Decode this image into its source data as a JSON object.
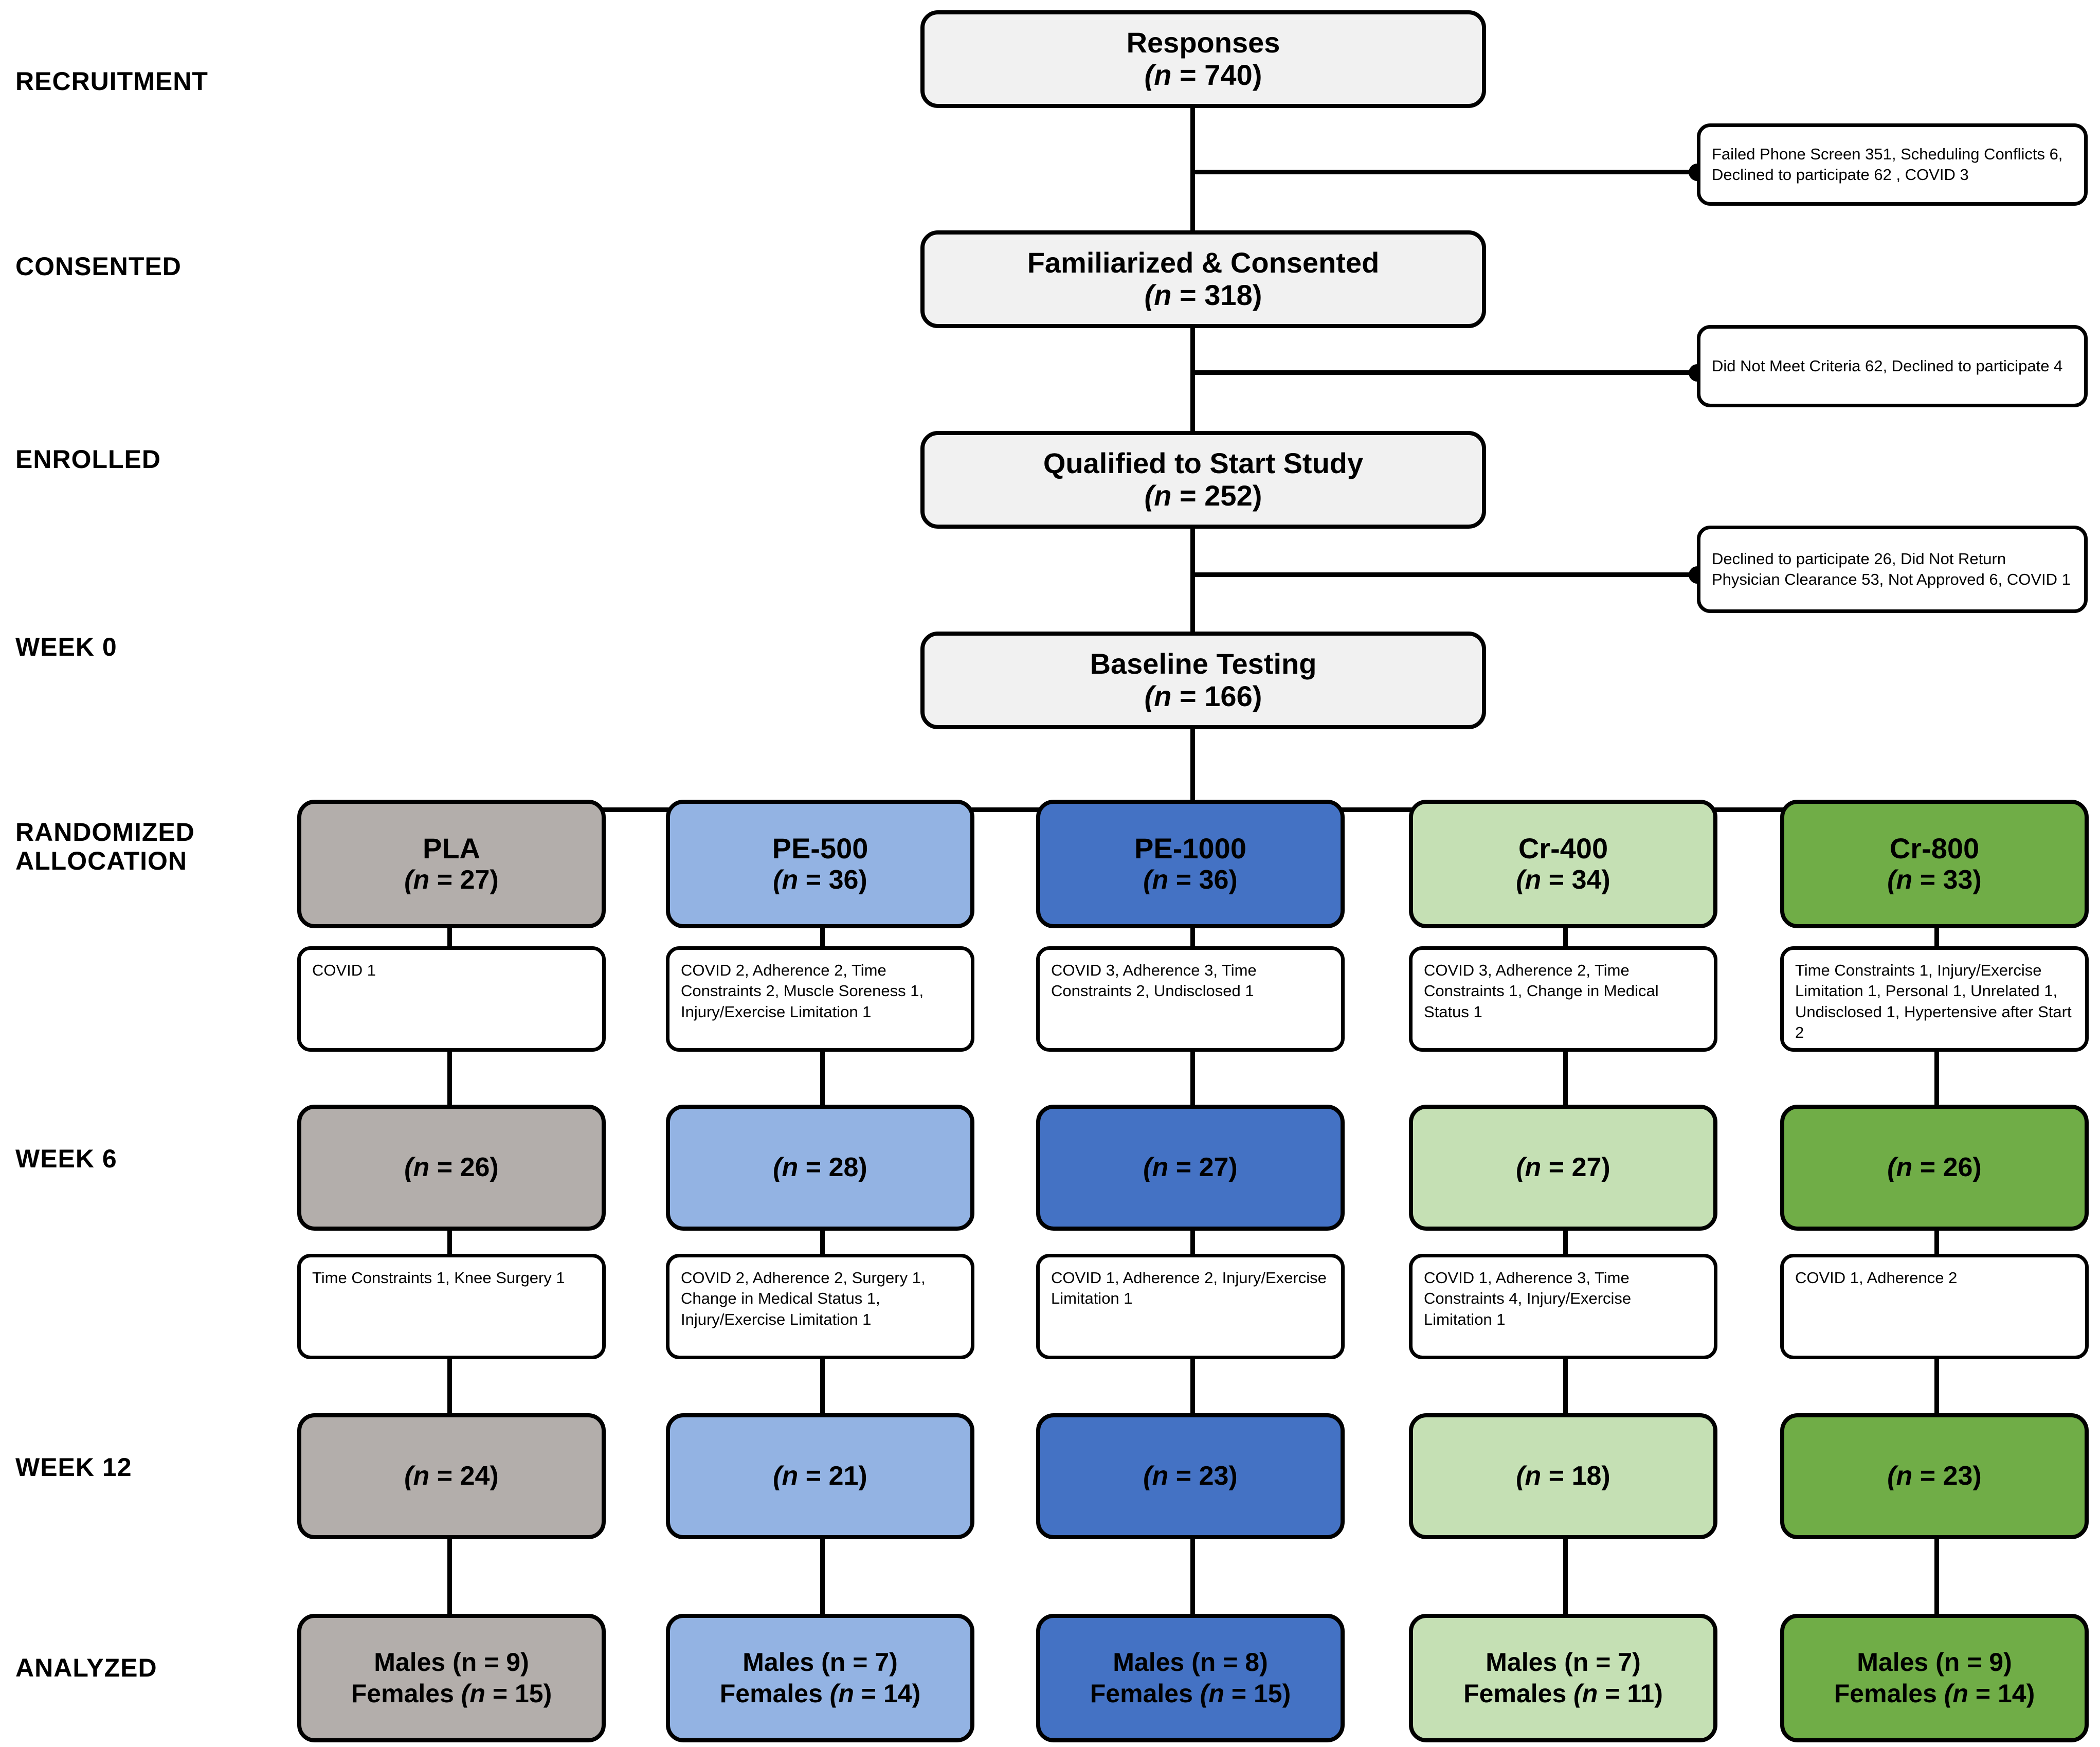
{
  "stages": [
    {
      "key": "recruitment",
      "label": "RECRUITMENT"
    },
    {
      "key": "consented",
      "label": "CONSENTED"
    },
    {
      "key": "enrolled",
      "label": "ENROLLED"
    },
    {
      "key": "week0",
      "label": "WEEK 0"
    },
    {
      "key": "randomized",
      "label": "RANDOMIZED\nALLOCATION"
    },
    {
      "key": "week6",
      "label": "WEEK 6"
    },
    {
      "key": "week12",
      "label": "WEEK 12"
    },
    {
      "key": "analyzed",
      "label": "ANALYZED"
    }
  ],
  "funnel": [
    {
      "key": "responses",
      "title": "Responses",
      "n": "(n = 740)"
    },
    {
      "key": "consented",
      "title": "Familiarized & Consented",
      "n": "(n = 318)"
    },
    {
      "key": "qualified",
      "title": "Qualified to Start Study",
      "n": "(n = 252)"
    },
    {
      "key": "baseline",
      "title": "Baseline Testing",
      "n": "(n = 166)"
    }
  ],
  "exclusions": [
    {
      "key": "after-responses",
      "text": "Failed Phone Screen 351, Scheduling Conflicts 6, Declined to participate 62 , COVID 3"
    },
    {
      "key": "after-consented",
      "text": "Did Not Meet Criteria 62, Declined to participate 4"
    },
    {
      "key": "after-qualified",
      "text": "Declined to participate 26, Did Not Return Physician Clearance 53, Not Approved 6, COVID 1"
    }
  ],
  "arms": [
    {
      "key": "pla",
      "label": "PLA",
      "color": "#b3aeab",
      "allocation_n": "(n = 27)",
      "dropout_week6": "COVID 1",
      "week6_n": "(n = 26)",
      "dropout_week12": "Time Constraints 1, Knee Surgery 1",
      "week12_n": "(n = 24)",
      "analyzed_males": "Males (n = 9)",
      "analyzed_females": "Females  (n = 15)"
    },
    {
      "key": "pe500",
      "label": "PE-500",
      "color": "#93b3e3",
      "allocation_n": "(n = 36)",
      "dropout_week6": "COVID 2, Adherence 2, Time Constraints 2, Muscle Soreness 1, Injury/Exercise Limitation 1",
      "week6_n": "(n = 28)",
      "dropout_week12": "COVID 2, Adherence 2, Surgery 1, Change in Medical Status 1, Injury/Exercise Limitation 1",
      "week12_n": "(n = 21)",
      "analyzed_males": "Males (n = 7)",
      "analyzed_females": "Females  (n = 14)"
    },
    {
      "key": "pe1000",
      "label": "PE-1000",
      "color": "#4472c4",
      "allocation_n": "(n = 36)",
      "dropout_week6": "COVID 3, Adherence 3, Time Constraints 2, Undisclosed 1",
      "week6_n": "(n = 27)",
      "dropout_week12": "COVID 1, Adherence 2, Injury/Exercise Limitation 1",
      "week12_n": "(n = 23)",
      "analyzed_males": "Males (n = 8)",
      "analyzed_females": "Females  (n = 15)"
    },
    {
      "key": "cr400",
      "label": "Cr-400",
      "color": "#c5e0b4",
      "allocation_n": "(n = 34)",
      "dropout_week6": "COVID 3, Adherence 2, Time Constraints 1, Change in Medical Status 1",
      "week6_n": "(n = 27)",
      "dropout_week12": "COVID 1, Adherence 3, Time Constraints 4, Injury/Exercise Limitation 1",
      "week12_n": "(n = 18)",
      "analyzed_males": "Males (n = 7)",
      "analyzed_females": "Females  (n = 11)"
    },
    {
      "key": "cr800",
      "label": "Cr-800",
      "color": "#70ad47",
      "allocation_n": "(n = 33)",
      "dropout_week6": "Time Constraints 1, Injury/Exercise Limitation 1, Personal 1, Unrelated 1, Undisclosed 1, Hypertensive after Start 2",
      "week6_n": "(n = 26)",
      "dropout_week12": "COVID 1, Adherence 2",
      "week12_n": "(n = 23)",
      "analyzed_males": "Males (n = 9)",
      "analyzed_females": "Females  (n = 14)"
    }
  ]
}
